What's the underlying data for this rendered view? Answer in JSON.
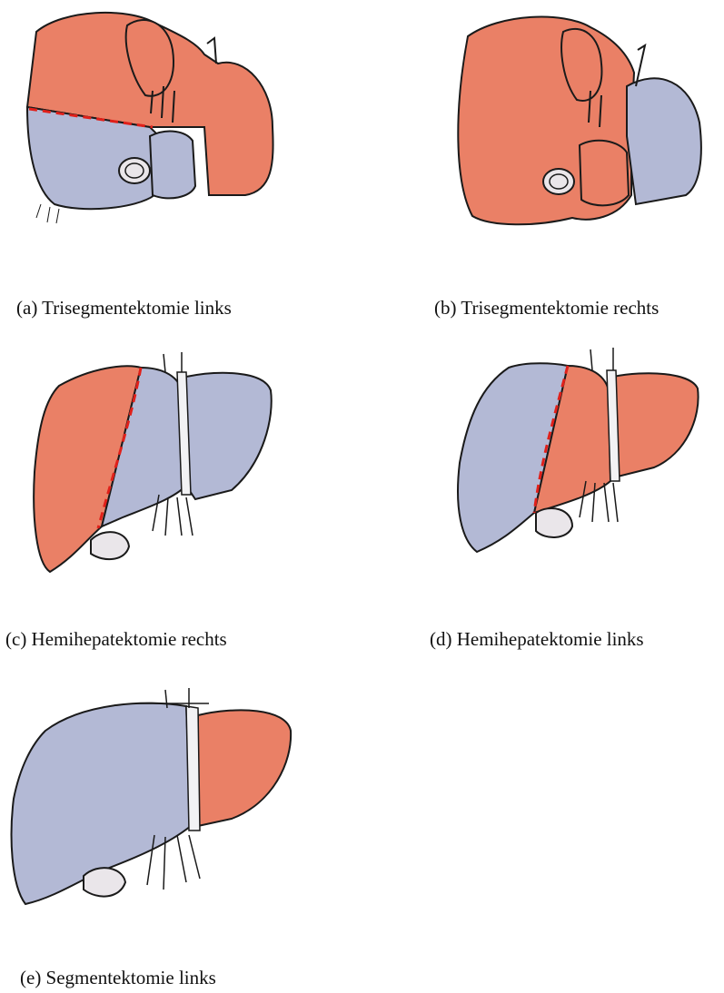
{
  "figure": {
    "colors": {
      "resected": "#ea8066",
      "remaining": "#b3b9d5",
      "gallbladder": "#eae6ea",
      "ligament": "#f2f2f4",
      "outline": "#1a1a1a",
      "cut_line": "#e0201a"
    },
    "panels": [
      {
        "caption": "(a) Trisegmentektomie links"
      },
      {
        "caption": "(b) Trisegmentektomie rechts"
      },
      {
        "caption": "(c) Hemihepatektomie rechts"
      },
      {
        "caption": "(d) Hemihepatektomie links"
      },
      {
        "caption": "(e) Segmentektomie links"
      }
    ]
  }
}
